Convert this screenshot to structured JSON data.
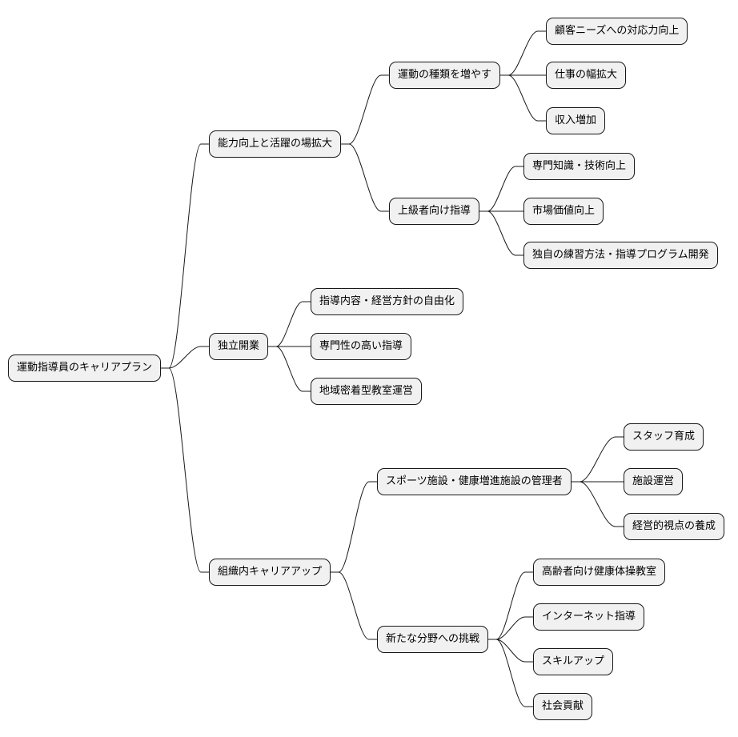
{
  "root": {
    "label": "運動指導員のキャリアプラン",
    "children": [
      {
        "label": "能力向上と活躍の場拡大",
        "children": [
          {
            "label": "運動の種類を増やす",
            "children": [
              {
                "label": "顧客ニーズへの対応力向上"
              },
              {
                "label": "仕事の幅拡大"
              },
              {
                "label": "収入増加"
              }
            ]
          },
          {
            "label": "上級者向け指導",
            "children": [
              {
                "label": "専門知識・技術向上"
              },
              {
                "label": "市場価値向上"
              },
              {
                "label": "独自の練習方法・指導プログラム開発"
              }
            ]
          }
        ]
      },
      {
        "label": "独立開業",
        "children": [
          {
            "label": "指導内容・経営方針の自由化"
          },
          {
            "label": "専門性の高い指導"
          },
          {
            "label": "地域密着型教室運営"
          }
        ]
      },
      {
        "label": "組織内キャリアアップ",
        "children": [
          {
            "label": "スポーツ施設・健康増進施設の管理者",
            "children": [
              {
                "label": "スタッフ育成"
              },
              {
                "label": "施設運営"
              },
              {
                "label": "経営的視点の養成"
              }
            ]
          },
          {
            "label": "新たな分野への挑戦",
            "children": [
              {
                "label": "高齢者向け健康体操教室"
              },
              {
                "label": "インターネット指導"
              },
              {
                "label": "スキルアップ"
              },
              {
                "label": "社会貢献"
              }
            ]
          }
        ]
      }
    ]
  }
}
